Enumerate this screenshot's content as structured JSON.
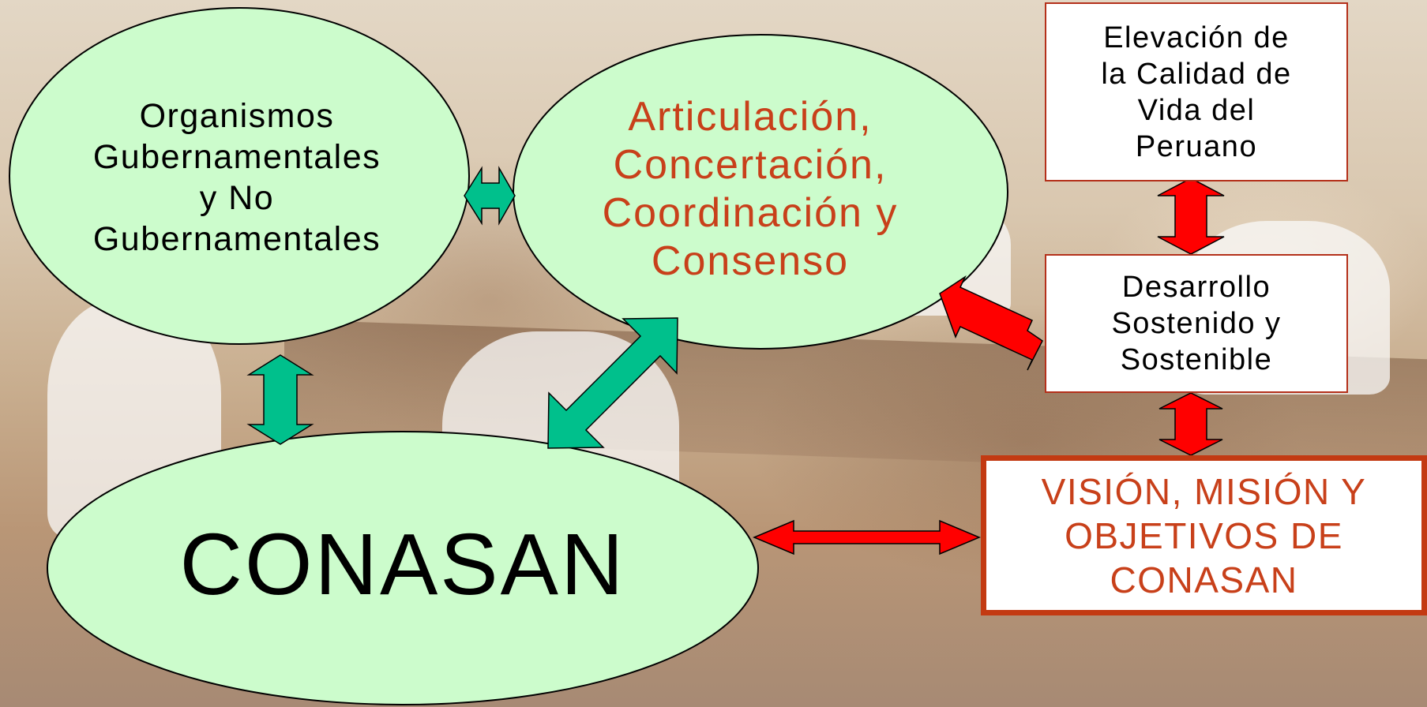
{
  "diagram": {
    "nodes": {
      "organismos": "Organismos\nGubernamentales\ny No\nGubernamentales",
      "articulacion": "Articulación,\nConcertación,\nCoordinación y\nConsenso",
      "conasan": "CONASAN",
      "calidad_vida": "Elevación de\nla Calidad de\nVida del\nPeruano",
      "desarrollo": "Desarrollo\nSostenido y\nSostenible",
      "vision": "VISIÓN, MISIÓN Y\nOBJETIVOS DE\nCONASAN"
    },
    "colors": {
      "ellipse_fill": "#ccfccc",
      "green_arrow": "#00c08c",
      "red_arrow": "#ff0000",
      "accent_text": "#c8401a",
      "box_border": "#c33a12"
    }
  }
}
